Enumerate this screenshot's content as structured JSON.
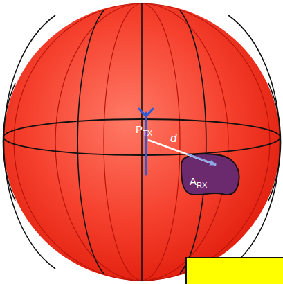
{
  "diagram": {
    "nodes": [
      {
        "text": [
          "A",
          "RX"
        ]
      }
    ],
    "labels": [
      "P",
      "TX",
      "d"
    ]
  }
}
